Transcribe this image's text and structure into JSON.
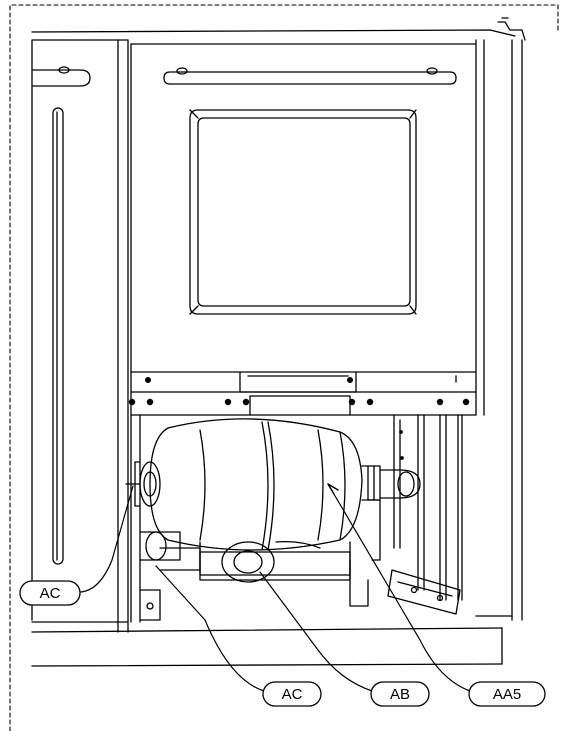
{
  "callouts": {
    "ac_left": "AC",
    "ac_bottom": "AC",
    "ab": "AB",
    "aa5": "AA5"
  }
}
